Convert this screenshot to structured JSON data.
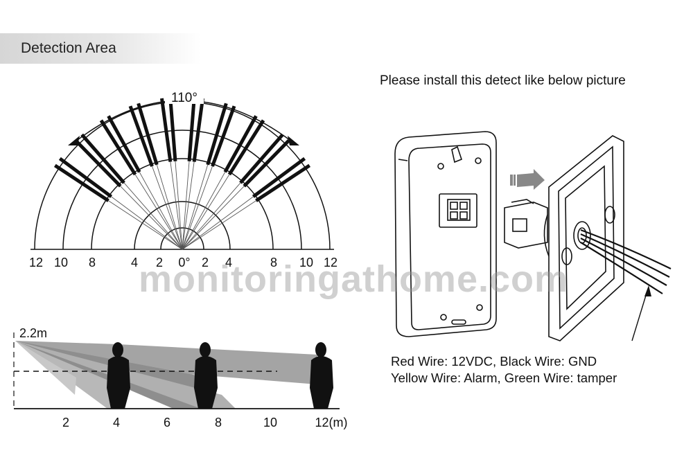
{
  "header": {
    "title": "Detection Area"
  },
  "install_note": "Please install this detect like below picture",
  "top_view": {
    "angle_label": "110°",
    "axis_labels": [
      "12",
      "10",
      "8",
      "4",
      "2",
      "0°",
      "2",
      "4",
      "8",
      "10",
      "12"
    ]
  },
  "side_view": {
    "height_label": "2.2m",
    "axis_labels": [
      "2",
      "4",
      "6",
      "8",
      "10",
      "12(m)"
    ]
  },
  "wiring": {
    "line1": "Red Wire: 12VDC, Black Wire: GND",
    "line2": "Yellow Wire: Alarm,  Green Wire: tamper"
  },
  "watermark": "monitoringathome.com"
}
